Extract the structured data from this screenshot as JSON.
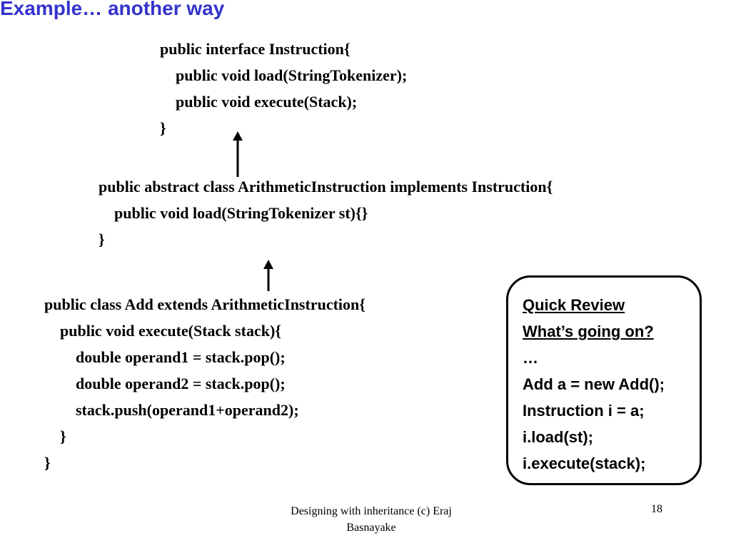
{
  "title": "Example… another way",
  "interface_code": [
    "public interface Instruction{",
    "    public void load(StringTokenizer);",
    "    public void execute(Stack);",
    "}"
  ],
  "abstract_code": [
    "public abstract class ArithmeticInstruction implements Instruction{",
    "    public void load(StringTokenizer st){}",
    "}"
  ],
  "add_code": [
    "public class Add extends ArithmeticInstruction{",
    "    public void execute(Stack stack){",
    "        double operand1 = stack.pop();",
    "        double operand2 = stack.pop();",
    "        stack.push(operand1+operand2);",
    "    }",
    "}"
  ],
  "review": {
    "heading": "Quick Review",
    "subheading": "What’s going on?",
    "lines": [
      "…",
      "Add a = new Add();",
      "Instruction i = a;",
      "i.load(st);",
      "i.execute(stack);"
    ]
  },
  "footer": {
    "line1": "Designing with inheritance (c) Eraj",
    "line2": "Basnayake",
    "page": "18"
  }
}
